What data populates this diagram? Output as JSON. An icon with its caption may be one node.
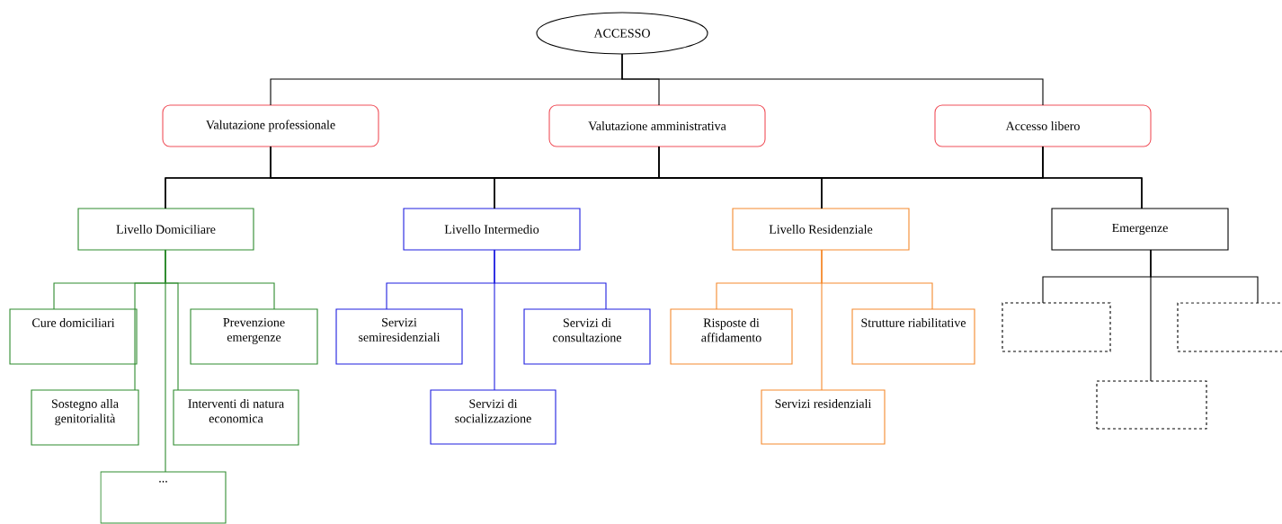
{
  "diagram": {
    "nodes": [
      {
        "text": [
          "ACCESSO"
        ]
      },
      {
        "text": [
          "Valutazione professionale"
        ]
      },
      {
        "text": [
          "Valutazione amministrativa"
        ]
      },
      {
        "text": [
          "Accesso libero"
        ]
      },
      {
        "text": [
          "Livello Domiciliare"
        ]
      },
      {
        "text": [
          "Livello Intermedio"
        ]
      },
      {
        "text": [
          "Livello Residenziale"
        ]
      },
      {
        "text": [
          "Emergenze"
        ]
      },
      {
        "text": [
          "Cure domiciliari"
        ]
      },
      {
        "text": [
          "Prevenzione emergenze"
        ]
      },
      {
        "text": [
          "Sostegno alla genitorialità"
        ]
      },
      {
        "text": [
          "Interventi di natura economica"
        ]
      },
      {
        "text": [
          "..."
        ]
      },
      {
        "text": [
          "Servizi semiresidenziali"
        ]
      },
      {
        "text": [
          "Servizi di consultazione"
        ]
      },
      {
        "text": [
          "Servizi di socializzazione"
        ]
      },
      {
        "text": [
          "Risposte di affidamento"
        ]
      },
      {
        "text": [
          "Strutture riabilitative"
        ]
      },
      {
        "text": [
          "Servizi residenziali"
        ]
      },
      {
        "text": [],
        "shape": "box"
      },
      {
        "text": [],
        "shape": "box"
      },
      {
        "text": [],
        "shape": "box"
      }
    ],
    "edges": [
      {
        "from": 0,
        "to": 1,
        "arrow": "none"
      },
      {
        "from": 0,
        "to": 2,
        "arrow": "none"
      },
      {
        "from": 0,
        "to": 3,
        "arrow": "none"
      },
      {
        "from": 1,
        "to": 4,
        "arrow": "none"
      },
      {
        "from": 1,
        "to": 5,
        "arrow": "none"
      },
      {
        "from": 1,
        "to": 6,
        "arrow": "none"
      },
      {
        "from": 1,
        "to": 7,
        "arrow": "none"
      },
      {
        "from": 2,
        "to": 4,
        "arrow": "none"
      },
      {
        "from": 2,
        "to": 5,
        "arrow": "none"
      },
      {
        "from": 2,
        "to": 6,
        "arrow": "none"
      },
      {
        "from": 2,
        "to": 7,
        "arrow": "none"
      },
      {
        "from": 3,
        "to": 4,
        "arrow": "none"
      },
      {
        "from": 3,
        "to": 5,
        "arrow": "none"
      },
      {
        "from": 3,
        "to": 6,
        "arrow": "none"
      },
      {
        "from": 3,
        "to": 7,
        "arrow": "none"
      },
      {
        "from": 4,
        "to": 8,
        "arrow": "none",
        "color": "#2e8b2e"
      },
      {
        "from": 4,
        "to": 9,
        "arrow": "none",
        "color": "#2e8b2e"
      },
      {
        "from": 4,
        "to": 10,
        "arrow": "none",
        "color": "#2e8b2e"
      },
      {
        "from": 4,
        "to": 11,
        "arrow": "none",
        "color": "#2e8b2e"
      },
      {
        "from": 4,
        "to": 12,
        "arrow": "none",
        "color": "#2e8b2e"
      },
      {
        "from": 5,
        "to": 13,
        "arrow": "none",
        "color": "#1f1fe0"
      },
      {
        "from": 5,
        "to": 14,
        "arrow": "none",
        "color": "#1f1fe0"
      },
      {
        "from": 5,
        "to": 15,
        "arrow": "none",
        "color": "#1f1fe0"
      },
      {
        "from": 6,
        "to": 16,
        "arrow": "none",
        "color": "#f58a2e"
      },
      {
        "from": 6,
        "to": 17,
        "arrow": "none",
        "color": "#f58a2e"
      },
      {
        "from": 6,
        "to": 18,
        "arrow": "none",
        "color": "#f58a2e"
      },
      {
        "from": 7,
        "to": 19,
        "arrow": "none"
      },
      {
        "from": 7,
        "to": 20,
        "arrow": "none"
      },
      {
        "from": 7,
        "to": 21,
        "arrow": "none"
      }
    ]
  }
}
